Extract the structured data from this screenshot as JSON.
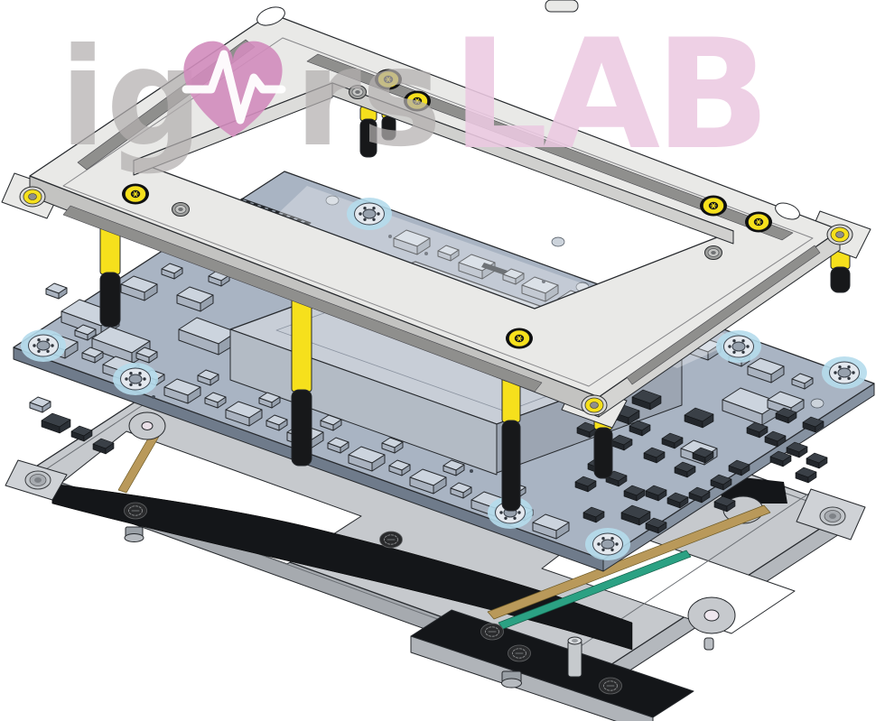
{
  "watermark": {
    "text_left": "ig",
    "text_mid": "rs",
    "text_right": "LAB",
    "heart_icon": "heartbeat-pulse-heart"
  },
  "colors": {
    "background": "#ffffff",
    "outline": "#26292d",
    "frame": "#e9e9e7",
    "frame_side": "#c3c3c1",
    "pcb": "#a9b4c3",
    "pcb_edge": "#6f7b8b",
    "plate": "#c6c9cd",
    "plate_side": "#a6aaaf",
    "recess_black": "#141619",
    "accent_yellow": "#f6e01c",
    "hole_highlight": "#b5dcec",
    "gold": "#b9995a",
    "green": "#2ba183",
    "watermark_gray": "#b3afaf",
    "watermark_pink": "#eccae2",
    "heart_pink": "#d18cbd",
    "component_dark": "#3a4047",
    "component_light": "#ccd4de"
  }
}
